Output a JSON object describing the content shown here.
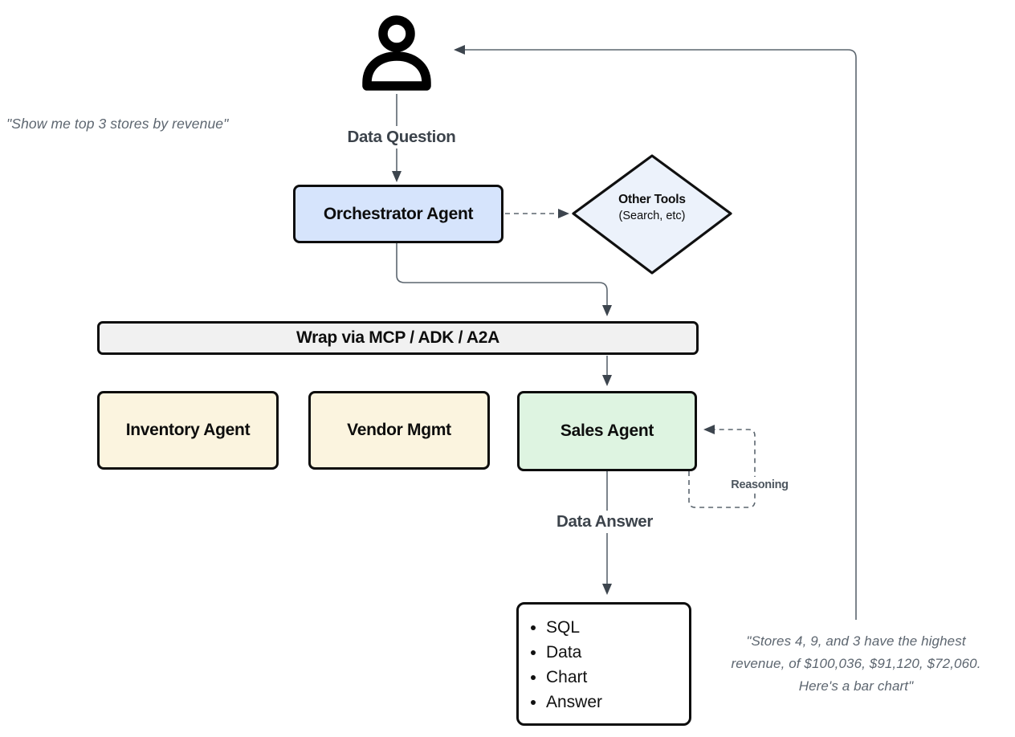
{
  "colors": {
    "node_border": "#0d0d0d",
    "connector": "#5c666f",
    "arrowhead": "#3d454e",
    "orchestrator_fill": "#d6e4fc",
    "other_tools_fill": "#ecf2fb",
    "wrap_fill": "#f1f1f1",
    "inventory_fill": "#fbf4df",
    "vendor_fill": "#fbf4df",
    "sales_fill": "#def4e1",
    "output_fill": "#ffffff"
  },
  "icons": {
    "user": "user-icon"
  },
  "annotations": {
    "user_query": "\"Show me top 3 stores by revenue\"",
    "agent_answer_lines": [
      "\"Stores 4, 9, and 3 have the highest",
      "revenue, of $100,036, $91,120, $72,060.",
      "Here's a bar chart\""
    ]
  },
  "edges": {
    "data_question": "Data Question",
    "data_answer": "Data Answer",
    "reasoning": "Reasoning"
  },
  "nodes": {
    "orchestrator": {
      "label": "Orchestrator Agent"
    },
    "other_tools": {
      "title": "Other Tools",
      "subtitle": "(Search, etc)"
    },
    "wrap": {
      "label": "Wrap via MCP / ADK / A2A"
    },
    "inventory": {
      "label": "Inventory Agent"
    },
    "vendor": {
      "label": "Vendor Mgmt"
    },
    "sales": {
      "label": "Sales Agent"
    },
    "output": {
      "bullets": [
        "SQL",
        "Data",
        "Chart",
        "Answer"
      ]
    }
  }
}
